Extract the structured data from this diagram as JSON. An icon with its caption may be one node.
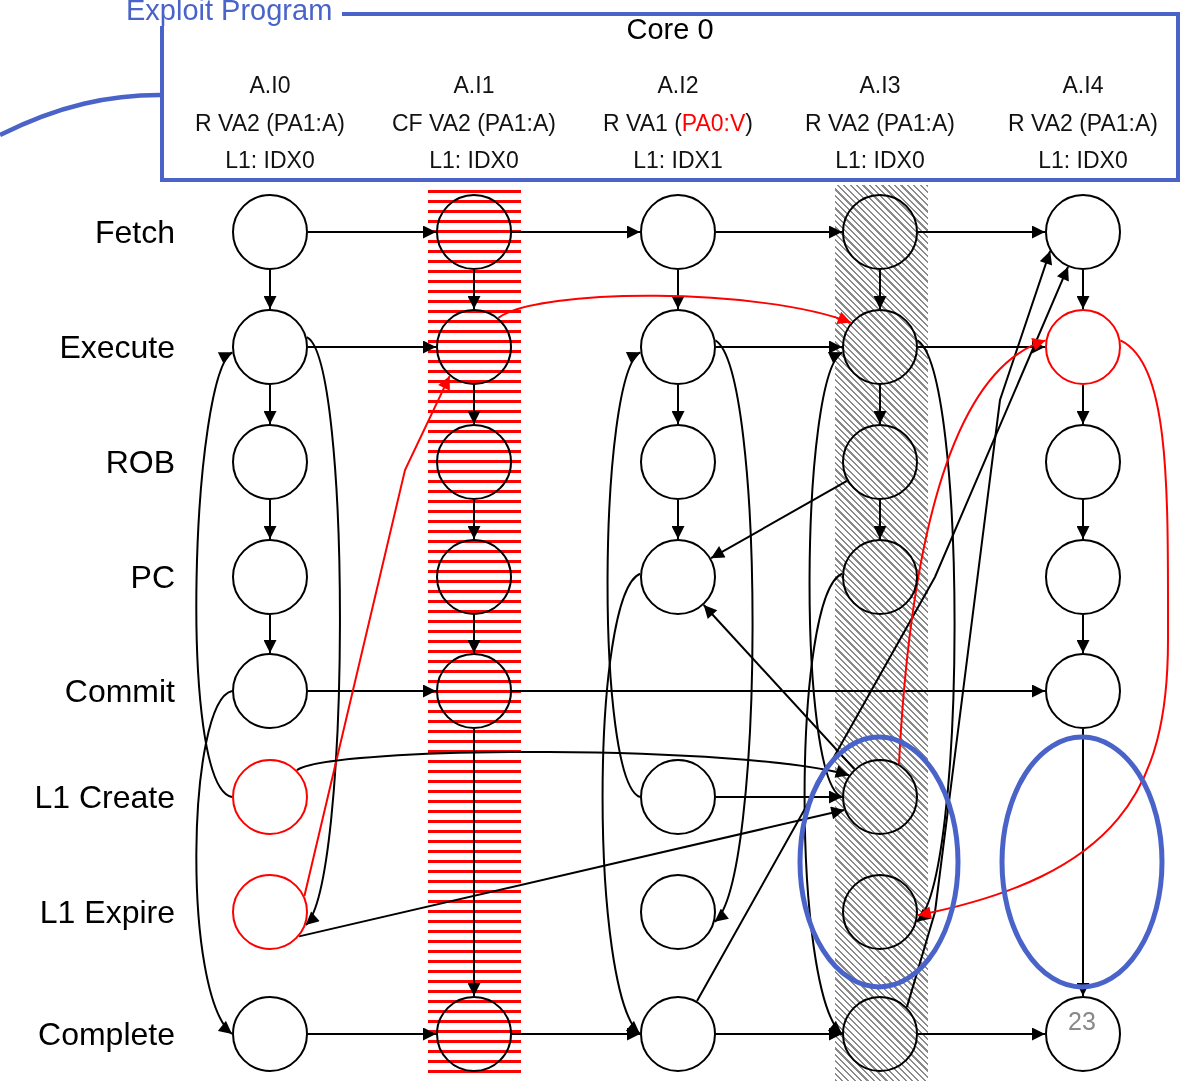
{
  "diagram": {
    "nodes": [
      {
        "text": [
          "Exploit Program",
          "Core 0",
          "A.I0",
          "R VA2 (PA1:A)",
          "L1: IDX0",
          "A.I1",
          "CF VA2 (PA1:A)",
          "L1: IDX0",
          "A.I2",
          "R VA1 (PA0:V)",
          "L1: IDX1",
          "A.I3",
          "R VA2 (PA1:A)",
          "L1: IDX0",
          "A.I4",
          "R VA2 (PA1:A)",
          "L1: IDX0"
        ]
      },
      {
        "text": [],
        "shape": "circle"
      },
      {
        "text": [],
        "shape": "circle"
      },
      {
        "text": [],
        "shape": "circle"
      },
      {
        "text": [],
        "shape": "circle"
      },
      {
        "text": [],
        "shape": "circle"
      },
      {
        "text": [],
        "shape": "circle"
      },
      {
        "text": [],
        "shape": "circle"
      },
      {
        "text": [],
        "shape": "circle"
      },
      {
        "text": [],
        "shape": "circle"
      },
      {
        "text": [],
        "shape": "circle"
      },
      {
        "text": [],
        "shape": "circle"
      },
      {
        "text": [],
        "shape": "circle"
      },
      {
        "text": [],
        "shape": "circle"
      },
      {
        "text": [],
        "shape": "circle"
      },
      {
        "text": [],
        "shape": "circle"
      },
      {
        "text": [],
        "shape": "circle"
      },
      {
        "text": [],
        "shape": "circle"
      },
      {
        "text": [],
        "shape": "circle"
      },
      {
        "text": [],
        "shape": "circle"
      },
      {
        "text": [],
        "shape": "circle"
      },
      {
        "text": [],
        "shape": "circle"
      },
      {
        "text": [],
        "shape": "circle"
      },
      {
        "text": [],
        "shape": "circle"
      },
      {
        "text": [],
        "shape": "circle"
      },
      {
        "text": [],
        "shape": "circle"
      },
      {
        "text": [],
        "shape": "circle"
      },
      {
        "text": [],
        "shape": "circle"
      },
      {
        "text": [],
        "shape": "circle"
      },
      {
        "text": [],
        "shape": "circle"
      },
      {
        "text": [],
        "shape": "circle"
      },
      {
        "text": [],
        "shape": "circle"
      },
      {
        "text": [],
        "shape": "circle"
      },
      {
        "text": [],
        "shape": "circle"
      },
      {
        "text": [],
        "shape": "circle"
      }
    ],
    "edges": [
      {
        "from": 1,
        "to": 2,
        "arrow": "to"
      },
      {
        "from": 2,
        "to": 3,
        "arrow": "to"
      },
      {
        "from": 3,
        "to": 4,
        "arrow": "to"
      },
      {
        "from": 4,
        "to": 5,
        "arrow": "to"
      },
      {
        "from": 9,
        "to": 10,
        "arrow": "to"
      },
      {
        "from": 10,
        "to": 11,
        "arrow": "to"
      },
      {
        "from": 11,
        "to": 12,
        "arrow": "to"
      },
      {
        "from": 12,
        "to": 13,
        "arrow": "to"
      },
      {
        "from": 13,
        "to": 14,
        "arrow": "to"
      },
      {
        "from": 15,
        "to": 16,
        "arrow": "to"
      },
      {
        "from": 16,
        "to": 17,
        "arrow": "to"
      },
      {
        "from": 17,
        "to": 18,
        "arrow": "to"
      },
      {
        "from": 22,
        "to": 23,
        "arrow": "to"
      },
      {
        "from": 23,
        "to": 24,
        "arrow": "to"
      },
      {
        "from": 24,
        "to": 25,
        "arrow": "to"
      },
      {
        "from": 29,
        "to": 30,
        "arrow": "to"
      },
      {
        "from": 30,
        "to": 31,
        "arrow": "to"
      },
      {
        "from": 31,
        "to": 32,
        "arrow": "to"
      },
      {
        "from": 32,
        "to": 33,
        "arrow": "to"
      },
      {
        "from": 33,
        "to": 34,
        "arrow": "to"
      },
      {
        "from": 1,
        "to": 9,
        "arrow": "to"
      },
      {
        "from": 9,
        "to": 15,
        "arrow": "to"
      },
      {
        "from": 15,
        "to": 22,
        "arrow": "to"
      },
      {
        "from": 22,
        "to": 29,
        "arrow": "to"
      },
      {
        "from": 2,
        "to": 10,
        "arrow": "to"
      },
      {
        "from": 16,
        "to": 23,
        "arrow": "to"
      },
      {
        "from": 23,
        "to": 30,
        "arrow": "to"
      },
      {
        "from": 5,
        "to": 13,
        "arrow": "to"
      },
      {
        "from": 13,
        "to": 33,
        "arrow": "to"
      },
      {
        "from": 8,
        "to": 14,
        "arrow": "to"
      },
      {
        "from": 14,
        "to": 21,
        "arrow": "to"
      },
      {
        "from": 21,
        "to": 28,
        "arrow": "to"
      },
      {
        "from": 28,
        "to": 34,
        "arrow": "to"
      },
      {
        "from": 19,
        "to": 26,
        "arrow": "to"
      },
      {
        "from": 10,
        "to": 23,
        "arrow": "to",
        "color": "#ff0000"
      },
      {
        "from": 5,
        "to": 8,
        "arrow": "to"
      },
      {
        "from": 6,
        "to": 2,
        "arrow": "to"
      },
      {
        "from": 2,
        "to": 7,
        "arrow": "to"
      },
      {
        "from": 7,
        "to": 10,
        "arrow": "to",
        "color": "#ff0000"
      },
      {
        "from": 6,
        "to": 26,
        "arrow": "to"
      },
      {
        "from": 7,
        "to": 26,
        "arrow": "to"
      },
      {
        "from": 19,
        "to": 16,
        "arrow": "to"
      },
      {
        "from": 18,
        "to": 21,
        "arrow": "to"
      },
      {
        "from": 16,
        "to": 20,
        "arrow": "to"
      },
      {
        "from": 26,
        "to": 23,
        "arrow": "to"
      },
      {
        "from": 25,
        "to": 28,
        "arrow": "to"
      },
      {
        "from": 23,
        "to": 27,
        "arrow": "to"
      },
      {
        "from": 24,
        "to": 18,
        "arrow": "to"
      },
      {
        "from": 26,
        "to": 18,
        "arrow": "to"
      },
      {
        "from": 21,
        "to": 29,
        "arrow": "to"
      },
      {
        "from": 28,
        "to": 29,
        "arrow": "to"
      },
      {
        "from": 26,
        "to": 30,
        "arrow": "to",
        "color": "#ff0000"
      },
      {
        "from": 30,
        "to": 27,
        "arrow": "to",
        "color": "#ff0000"
      },
      {
        "from": null,
        "to": 0,
        "arrow": "none",
        "style": "thick",
        "color": "#4a63c8"
      }
    ],
    "labels": [
      "Fetch",
      "Execute",
      "ROB",
      "PC",
      "Commit",
      "L1 Create",
      "L1 Expire",
      "Complete",
      "23"
    ]
  }
}
